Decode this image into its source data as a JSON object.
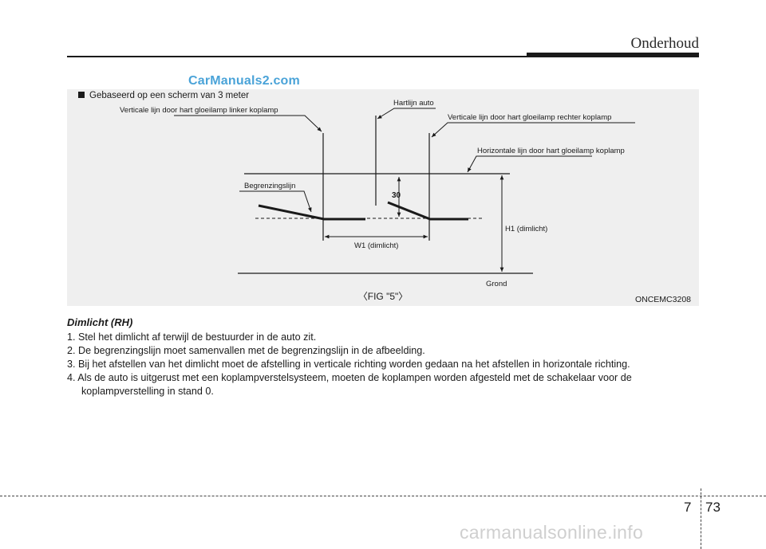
{
  "header": {
    "title": "Onderhoud"
  },
  "watermark_top": "CarManuals2.com",
  "figure": {
    "caption": "Gebaseerd op een scherm van 3 meter",
    "labels": {
      "left_vertical": "Verticale lijn door hart gloeilamp linker koplamp",
      "center_line": "Hartlijn auto",
      "right_vertical": "Verticale lijn door hart gloeilamp rechter koplamp",
      "horizontal": "Horizontale lijn door hart gloeilamp koplamp",
      "cutoff": "Begrenzingslijn",
      "dimension_30": "30",
      "h1": "H1 (dimlicht)",
      "w1": "W1 (dimlicht)",
      "ground": "Grond"
    },
    "reference": "〈FIG \"5\"〉",
    "code": "ONCEMC3208"
  },
  "section": {
    "title": "Dimlicht (RH)",
    "steps": [
      "1. Stel het dimlicht af terwijl de bestuurder in de auto zit.",
      "2. De begrenzingslijn moet samenvallen met de begrenzingslijn in de afbeelding.",
      "3. Bij het afstellen van het dimlicht moet de afstelling in verticale richting worden gedaan na het afstellen in horizontale richting.",
      "4. Als de auto is uitgerust met een koplampverstelsysteem, moeten de koplampen worden afgesteld met de schakelaar voor de koplampverstelling in stand 0."
    ]
  },
  "footer": {
    "chapter": "7",
    "page": "73"
  },
  "watermark_bottom": "carmanualsonline.info"
}
